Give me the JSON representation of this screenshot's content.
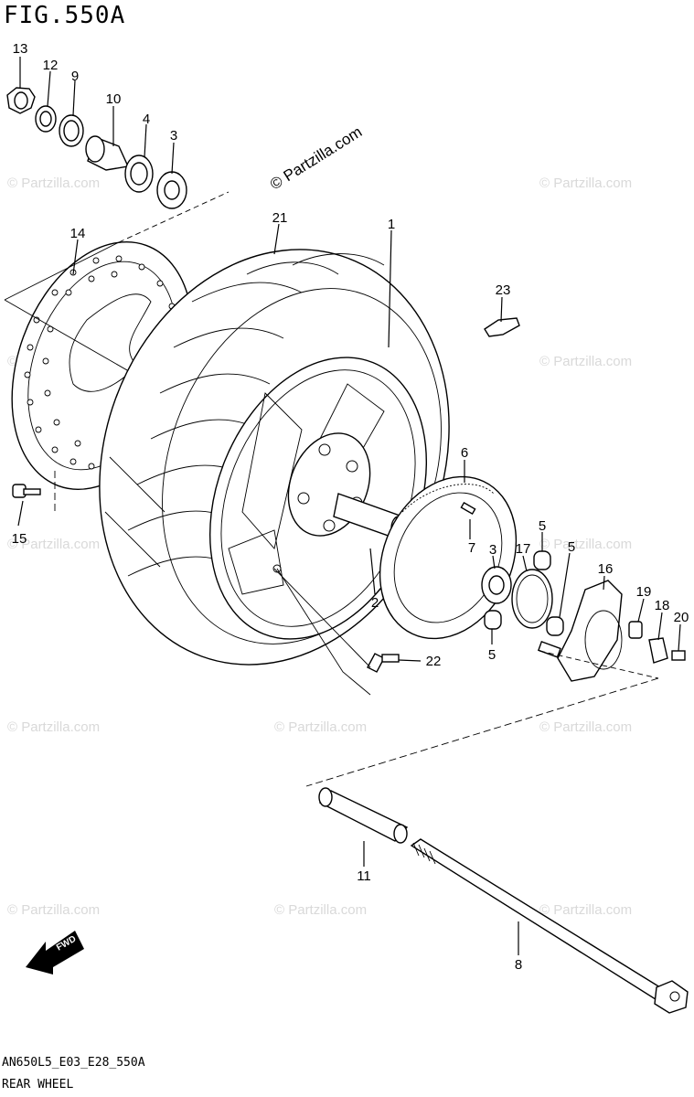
{
  "figure": {
    "title": "FIG.550A",
    "code": "AN650L5_E03_E28_550A",
    "name": "REAR WHEEL",
    "watermark": "© Partzilla.com",
    "fwd_label": "FWD"
  },
  "callouts": [
    "13",
    "12",
    "9",
    "10",
    "4",
    "3",
    "14",
    "21",
    "1",
    "23",
    "6",
    "7",
    "3",
    "17",
    "5",
    "5",
    "16",
    "19",
    "18",
    "20",
    "2",
    "5",
    "22",
    "15",
    "11",
    "8"
  ]
}
